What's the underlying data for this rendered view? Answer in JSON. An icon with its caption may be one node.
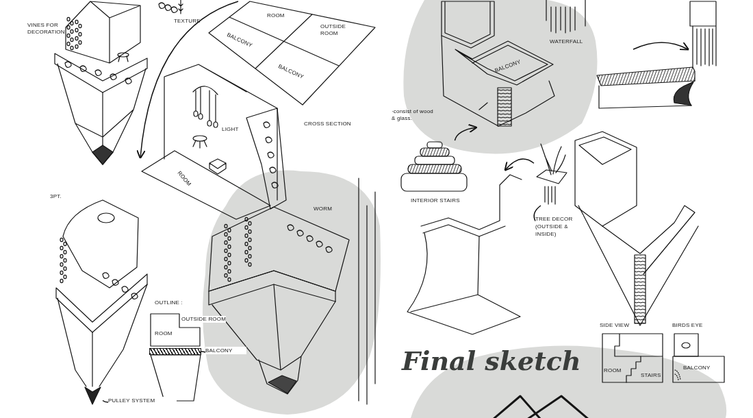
{
  "diagram": {
    "title": "Final sketch",
    "nodes": [
      {
        "text": [],
        "shape": "picture"
      },
      {
        "text": [],
        "shape": "picture"
      },
      {
        "text": [
          "PULLEY SYSTEM"
        ]
      },
      {
        "text": [],
        "shape": "bar"
      },
      {
        "text": [
          "BALCONY"
        ]
      },
      {
        "text": [],
        "shape": "picture"
      },
      {
        "text": [],
        "shape": "picture"
      },
      {
        "text": [],
        "shape": "picture"
      },
      {
        "text": [
          "TREE DECOR (OUTSIDE & INSIDE)"
        ]
      },
      {
        "text": [],
        "shape": "picture"
      },
      {
        "text": [],
        "shape": "picture"
      }
    ],
    "edges": [
      {
        "from": null,
        "to": 0,
        "arrow": "to"
      },
      {
        "from": 6,
        "to": 5,
        "arrow": "to"
      },
      {
        "from": 7,
        "to": 9,
        "arrow": "to"
      },
      {
        "from": null,
        "to": 10,
        "arrow": "to"
      },
      {
        "from": 2,
        "to": 1,
        "arrow": "none"
      },
      {
        "from": 4,
        "to": 3,
        "arrow": "none"
      },
      {
        "from": 8,
        "to": 7,
        "arrow": "none"
      }
    ],
    "labels": [
      "VINES FOR DECORATION",
      "TEXTURE",
      "ROOM",
      "OUTSIDE ROOM",
      "BALCONY",
      "BALCONY",
      "LIGHT",
      "CROSS SECTION",
      "ROOM",
      "3PT.",
      "WORM",
      "OUTLINE :",
      "ROOM",
      "OUTSIDE ROOM",
      "WATERFALL",
      "BALCONY",
      "·consist of wood & glass.",
      "INTERIOR STAIRS",
      "SIDE VIEW",
      "BIRDS EYE",
      "ROOM",
      "STAIRS",
      "BALCONY"
    ]
  }
}
